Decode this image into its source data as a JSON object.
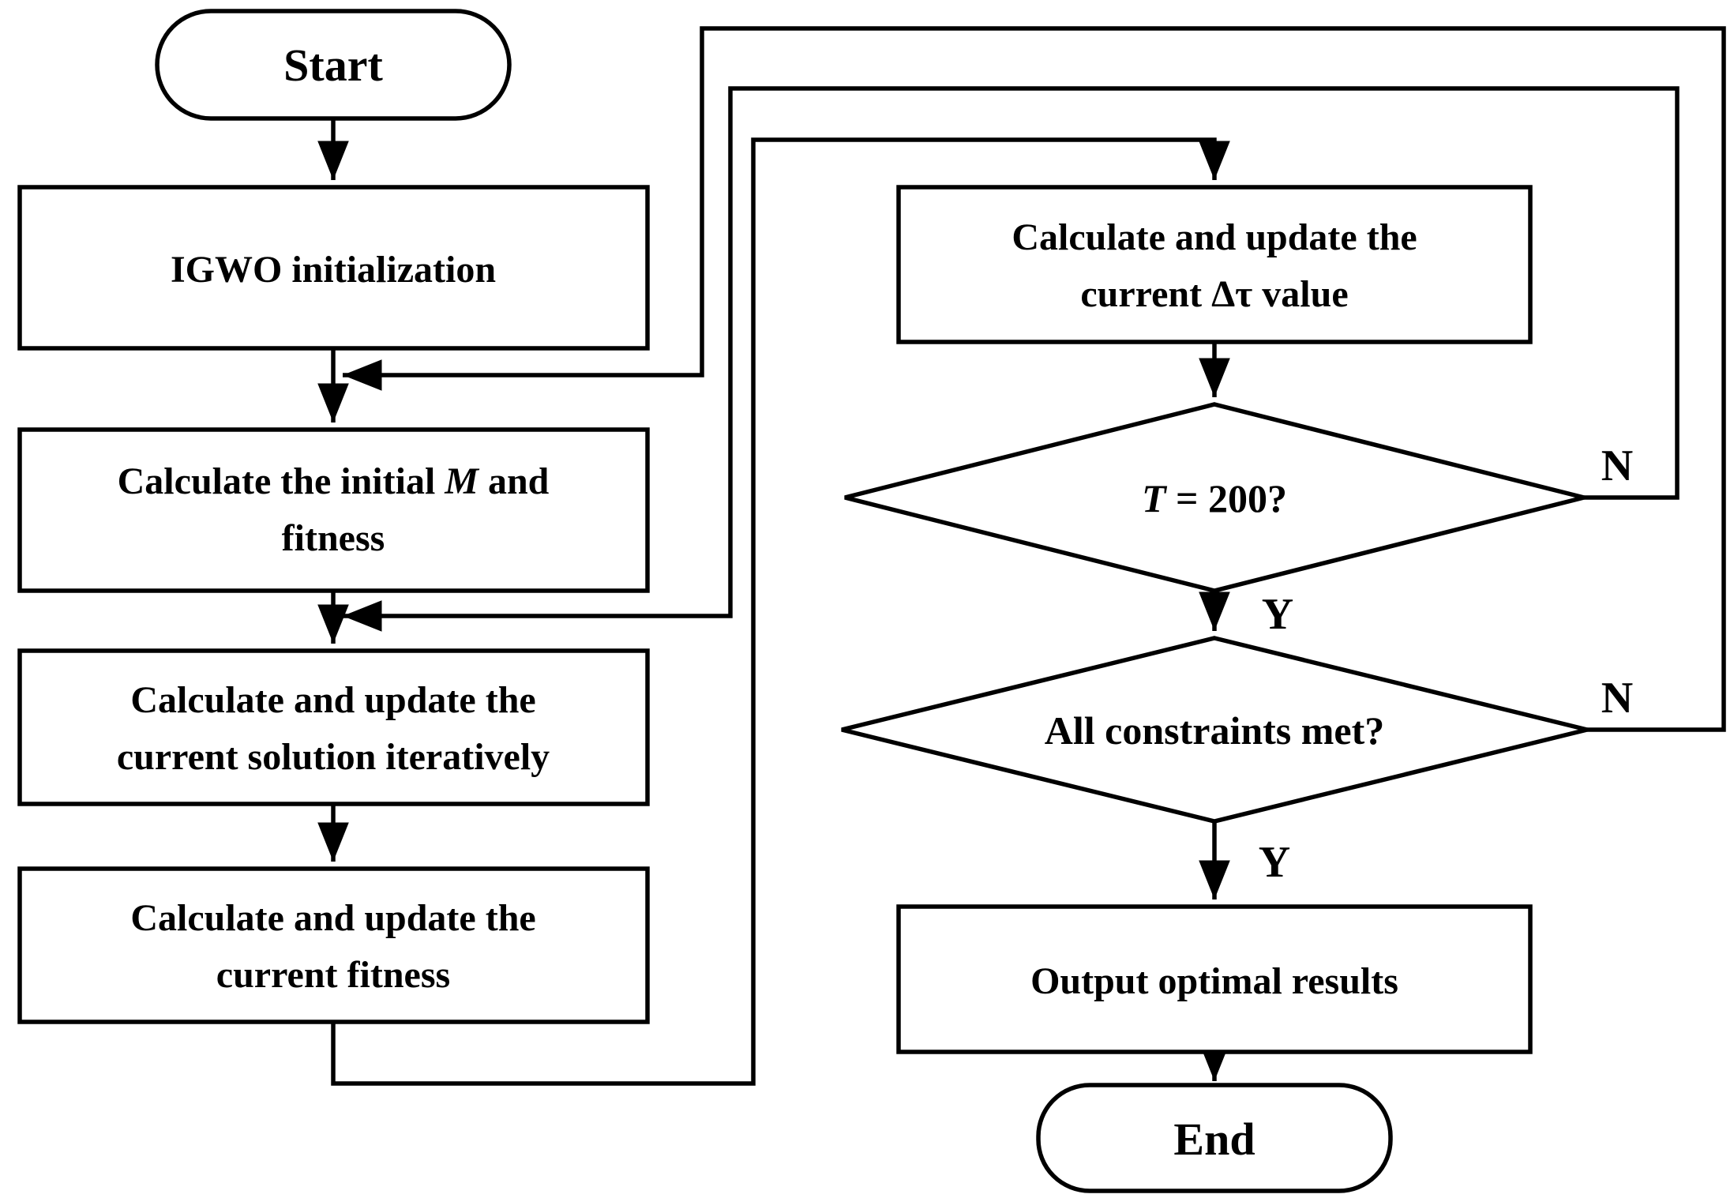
{
  "colors": {
    "stroke": "#000000",
    "fill": "#ffffff",
    "background": "#ffffff"
  },
  "nodes": {
    "start": {
      "label": "Start"
    },
    "igwo_init": {
      "label": "IGWO initialization"
    },
    "calc_initial": {
      "line1_pre": "Calculate the initial ",
      "line1_var": "M",
      "line1_post": " and",
      "line2": "fitness"
    },
    "calc_solution": {
      "line1": "Calculate and update the",
      "line2": "current solution iteratively"
    },
    "calc_fitness": {
      "line1": "Calculate and update the",
      "line2": "current fitness"
    },
    "calc_delta_tau": {
      "line1": "Calculate and update the",
      "line2": "current Δτ value"
    },
    "t_check": {
      "var": "T",
      "rest": " = 200?"
    },
    "constraints_check": {
      "label": "All constraints met?"
    },
    "output": {
      "label": "Output optimal results"
    },
    "end": {
      "label": "End"
    }
  },
  "branch_labels": {
    "t_check_no": "N",
    "t_check_yes": "Y",
    "constraints_no": "N",
    "constraints_yes": "Y"
  }
}
